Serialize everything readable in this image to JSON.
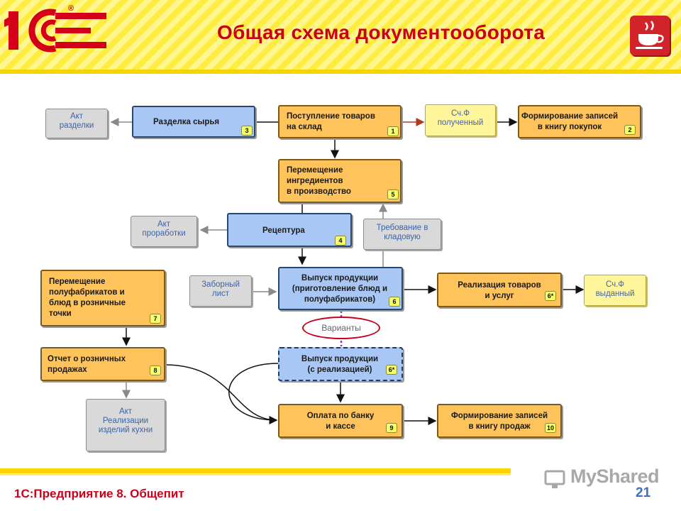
{
  "header": {
    "logo_text": "1С",
    "title": "Общая схема документооборота"
  },
  "footer": {
    "product": "1С:Предприятие 8. Общепит",
    "watermark": "MyShared",
    "page_number": "21"
  },
  "colors": {
    "accent": "#c8001a",
    "process_box": "#fec35a",
    "blue_box": "#a9c7f4",
    "document_grey": "#d9d9d9",
    "document_yellow": "#fff59a"
  },
  "icons": [
    "1c-logo",
    "coffee-cup-icon",
    "myshared-icon"
  ],
  "diagram": {
    "akt_razdelki": "Акт\nразделки",
    "razdelka": {
      "label": "Разделка сырья",
      "num": "3"
    },
    "postuplenie": {
      "label": "Поступление товаров\nна склад",
      "num": "1"
    },
    "sf_poluchenny": "Сч.Ф\nполученный",
    "kniga_pokupok": {
      "label": "Формирование записей\nв книгу покупок",
      "num": "2"
    },
    "peremeshchenie_ingr": {
      "label": "Перемещение\nингредиентов\nв производство",
      "num": "5"
    },
    "akt_prorabotki": "Акт\nпроработки",
    "receptura": {
      "label": "Рецептура",
      "num": "4"
    },
    "trebovanie": "Требование в\nкладовую",
    "peremeshchenie_pf": {
      "label": "Перемещение\nполуфабрикатов и\nблюд в розничные\nточки",
      "num": "7"
    },
    "zaborny_list": "Заборный\nлист",
    "vypusk": {
      "label": "Выпуск продукции\n(приготовление блюд и\nполуфабрикатов)",
      "num": "6"
    },
    "realizaciya": {
      "label": "Реализация товаров\nи услуг",
      "num": "6*"
    },
    "sf_vydanny": "Сч.Ф\nвыданный",
    "varianty": "Варианты",
    "otchet": {
      "label": "Отчет о розничных\nпродажах",
      "num": "8"
    },
    "vypusk_realiz": {
      "label": "Выпуск продукции\n(с реализацией)",
      "num": "6*"
    },
    "akt_realizacii": "Акт\nРеализации\nизделий кухни",
    "oplata": {
      "label": "Оплата по банку\nи кассе",
      "num": "9"
    },
    "kniga_prodazh": {
      "label": "Формирование записей\nв книгу продаж",
      "num": "10"
    }
  }
}
